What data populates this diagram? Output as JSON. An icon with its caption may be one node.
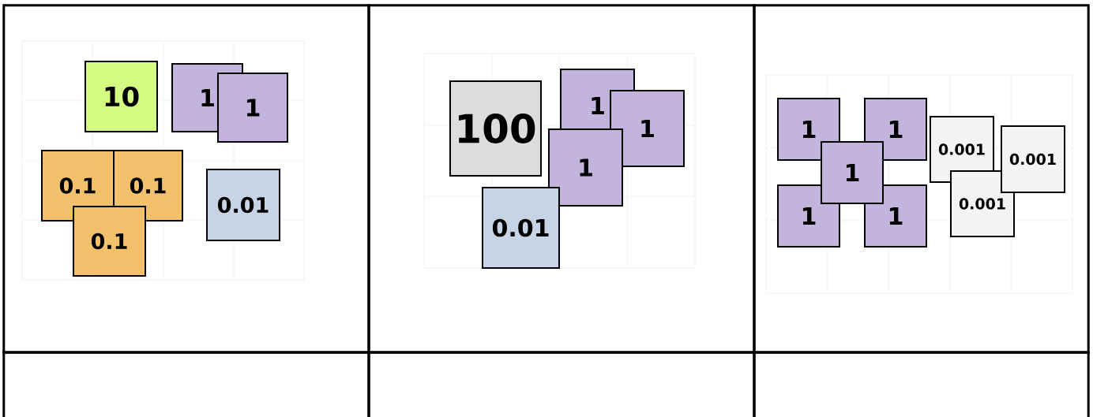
{
  "diagram": {
    "nodes": [
      {
        "text": [],
        "shape": "box"
      },
      {
        "text": [
          "10"
        ],
        "in": 0
      },
      {
        "text": [
          "1"
        ],
        "in": 0
      },
      {
        "text": [
          "1"
        ],
        "in": 0
      },
      {
        "text": [
          "0.1"
        ],
        "in": 0
      },
      {
        "text": [
          "0.1"
        ],
        "in": 0
      },
      {
        "text": [
          "0.01"
        ],
        "in": 0
      },
      {
        "text": [
          "0.1"
        ],
        "in": 0
      },
      {
        "text": [],
        "shape": "box"
      },
      {
        "text": [
          "100"
        ],
        "in": 8
      },
      {
        "text": [
          "1"
        ],
        "in": 8
      },
      {
        "text": [
          "1"
        ],
        "in": 8
      },
      {
        "text": [
          "1"
        ],
        "in": 8
      },
      {
        "text": [
          "0.01"
        ],
        "in": 8
      },
      {
        "text": [],
        "shape": "box"
      },
      {
        "text": [
          "1"
        ],
        "in": 14
      },
      {
        "text": [
          "1"
        ],
        "in": 14
      },
      {
        "text": [
          "1"
        ],
        "in": 14
      },
      {
        "text": [
          "1"
        ],
        "in": 14
      },
      {
        "text": [
          "1"
        ],
        "in": 14
      },
      {
        "text": [
          "0.001"
        ],
        "in": 14
      },
      {
        "text": [
          "0.001"
        ],
        "in": 14
      },
      {
        "text": [
          "0.001"
        ],
        "in": 14
      },
      {
        "text": [],
        "shape": "box"
      },
      {
        "text": [],
        "shape": "box"
      },
      {
        "text": [],
        "shape": "box"
      }
    ]
  }
}
